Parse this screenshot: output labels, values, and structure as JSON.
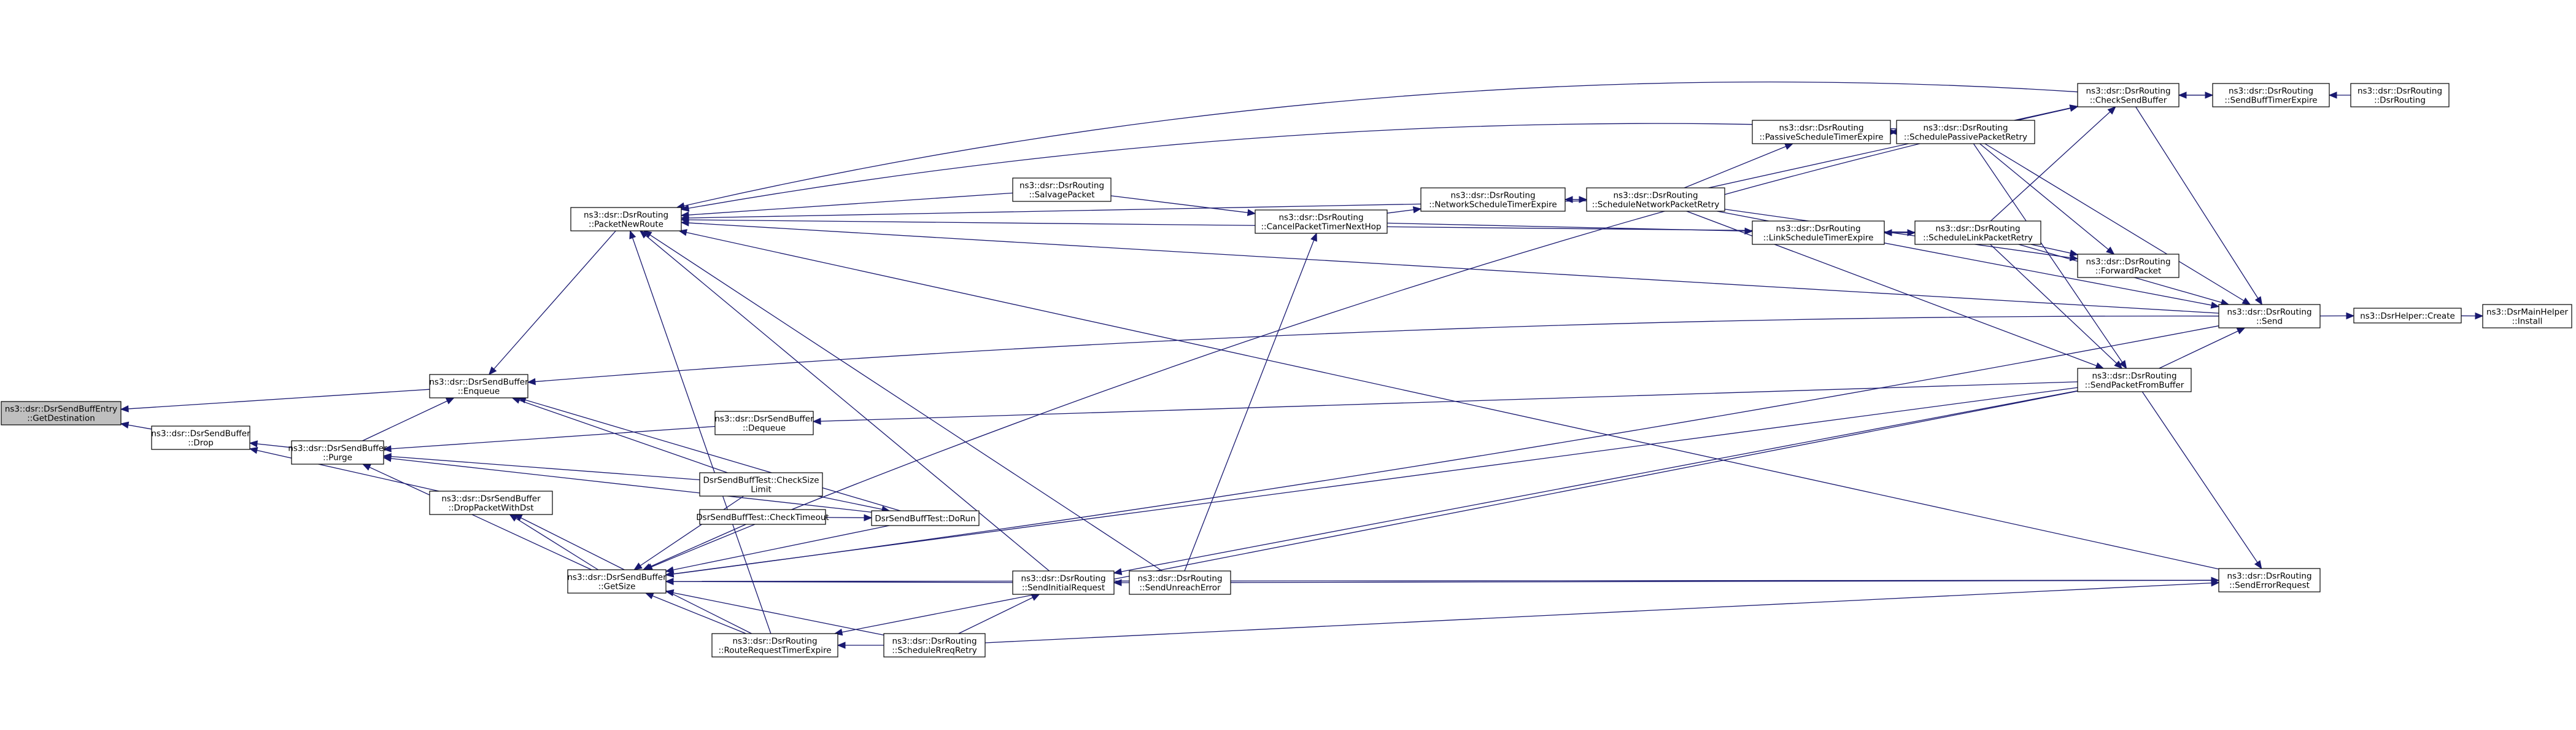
{
  "nodes": {
    "getdest": [
      "ns3::dsr::DsrSendBuffEntry",
      "::GetDestination"
    ],
    "drop": [
      "ns3::dsr::DsrSendBuffer",
      "::Drop"
    ],
    "enqueue": [
      "ns3::dsr::DsrSendBuffer",
      "::Enqueue"
    ],
    "purge": [
      "ns3::dsr::DsrSendBuffer",
      "::Purge"
    ],
    "dropdst": [
      "ns3::dsr::DsrSendBuffer",
      "::DropPacketWithDst"
    ],
    "getsize": [
      "ns3::dsr::DsrSendBuffer",
      "::GetSize"
    ],
    "pnr": [
      "ns3::dsr::DsrRouting",
      "::PacketNewRoute"
    ],
    "dequeue": [
      "ns3::dsr::DsrSendBuffer",
      "::Dequeue"
    ],
    "chksize": [
      "DsrSendBuffTest::CheckSize",
      "Limit"
    ],
    "chktimeout": [
      "DsrSendBuffTest::CheckTimeout"
    ],
    "dorun": [
      "DsrSendBuffTest::DoRun"
    ],
    "rrte": [
      "ns3::dsr::DsrRouting",
      "::RouteRequestTimerExpire"
    ],
    "salvage": [
      "ns3::dsr::DsrRouting",
      "::SalvagePacket"
    ],
    "sir": [
      "ns3::dsr::DsrRouting",
      "::SendInitialRequest"
    ],
    "sre": [
      "ns3::dsr::DsrRouting",
      "::SendUnreachError"
    ],
    "srr": [
      "ns3::dsr::DsrRouting",
      "::ScheduleRreqRetry"
    ],
    "cptnh": [
      "ns3::dsr::DsrRouting",
      "::CancelPacketTimerNextHop"
    ],
    "nste": [
      "ns3::dsr::DsrRouting",
      "::NetworkScheduleTimerExpire"
    ],
    "snpr": [
      "ns3::dsr::DsrRouting",
      "::ScheduleNetworkPacketRetry"
    ],
    "pste": [
      "ns3::dsr::DsrRouting",
      "::PassiveScheduleTimerExpire"
    ],
    "spr": [
      "ns3::dsr::DsrRouting",
      "::SchedulePassivePacketRetry"
    ],
    "lste": [
      "ns3::dsr::DsrRouting",
      "::LinkScheduleTimerExpire"
    ],
    "slpr": [
      "ns3::dsr::DsrRouting",
      "::ScheduleLinkPacketRetry"
    ],
    "csb": [
      "ns3::dsr::DsrRouting",
      "::CheckSendBuffer"
    ],
    "fwd": [
      "ns3::dsr::DsrRouting",
      "::ForwardPacket"
    ],
    "spfb": [
      "ns3::dsr::DsrRouting",
      "::SendPacketFromBuffer"
    ],
    "serr": [
      "ns3::dsr::DsrRouting",
      "::SendErrorRequest"
    ],
    "send": [
      "ns3::dsr::DsrRouting",
      "::Send"
    ],
    "sbte": [
      "ns3::dsr::DsrRouting",
      "::SendBuffTimerExpire"
    ],
    "ctor": [
      "ns3::dsr::DsrRouting",
      "::DsrRouting"
    ],
    "create": [
      "ns3::DsrHelper::Create"
    ],
    "install": [
      "ns3::DsrMainHelper",
      "::Install"
    ]
  },
  "colors": {
    "edge": "#191970",
    "root_fill": "#bfbfbf",
    "node_fill": "#ffffff",
    "border": "#000000"
  }
}
